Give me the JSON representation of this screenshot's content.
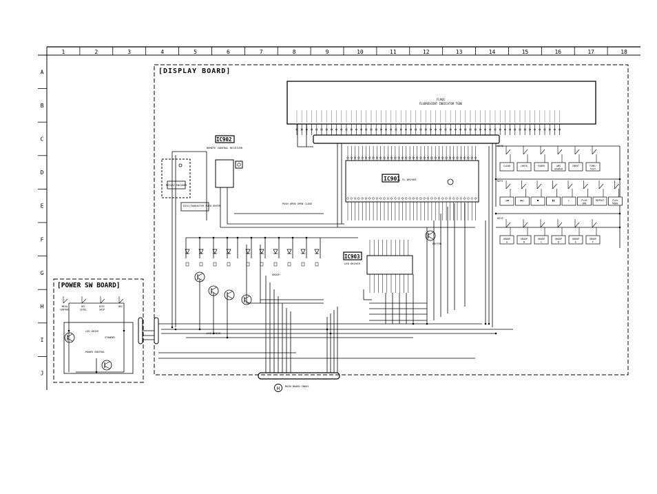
{
  "grid": {
    "columns": [
      "1",
      "2",
      "3",
      "4",
      "5",
      "6",
      "7",
      "8",
      "9",
      "10",
      "11",
      "12",
      "13",
      "14",
      "15",
      "16",
      "17",
      "18"
    ],
    "rows": [
      "A",
      "B",
      "C",
      "D",
      "E",
      "F",
      "G",
      "H",
      "I",
      "J"
    ]
  },
  "boards": {
    "display": "[DISPLAY BOARD]",
    "power_sw": "[POWER SW BOARD]"
  },
  "ics": {
    "ic902": {
      "title": "IC902",
      "desc": "REMOTE CONTROL RECEIVER"
    },
    "ic901": {
      "title": "IC901",
      "desc": "FL DRIVER"
    },
    "ic903": {
      "title": "IC903",
      "desc": "LED DRIVER"
    }
  },
  "fl_tube": {
    "ref": "FL901",
    "desc": "FLUORESCENT INDICATOR TUBE"
  },
  "blocks": {
    "rotary_encoder": "ROTARY ENCODER",
    "disc_push": "DISC/CHARACTER PUSH ENTER",
    "push_open": "PUSH OPEN OPEN CLOSE",
    "led_drive": "LED DRIVE",
    "key_buffer": "BUFFER",
    "group_label": "GROUP",
    "led_drive_ps": "LED DRIVE",
    "standby": "STANDBY",
    "power_ctrl": "POWER CONTROL",
    "main_board": "MAIN BOARD CN601",
    "main_circle": "H"
  },
  "key_labels": {
    "row0": [
      "CLEAR",
      "CHECK",
      "FADER",
      "AMS SEARCH",
      "INPUT",
      "TIME/ TEXT"
    ],
    "row1": [
      "|◀◀",
      "▶▶|",
      "■",
      "❚❚",
      "▷",
      "PLUS ONE",
      "REPEAT",
      "PLAY MODE"
    ],
    "row2": [
      "GROUP A",
      "GROUP B",
      "GROUP C",
      "GROUP D",
      "GROUP E",
      "GROUP F"
    ],
    "power": [
      "MEGA CONTROL",
      "REC LEVEL",
      "DISC SKIP",
      "REC"
    ]
  },
  "key_groups": [
    "KEY0",
    "KEY1",
    "KEY2"
  ]
}
